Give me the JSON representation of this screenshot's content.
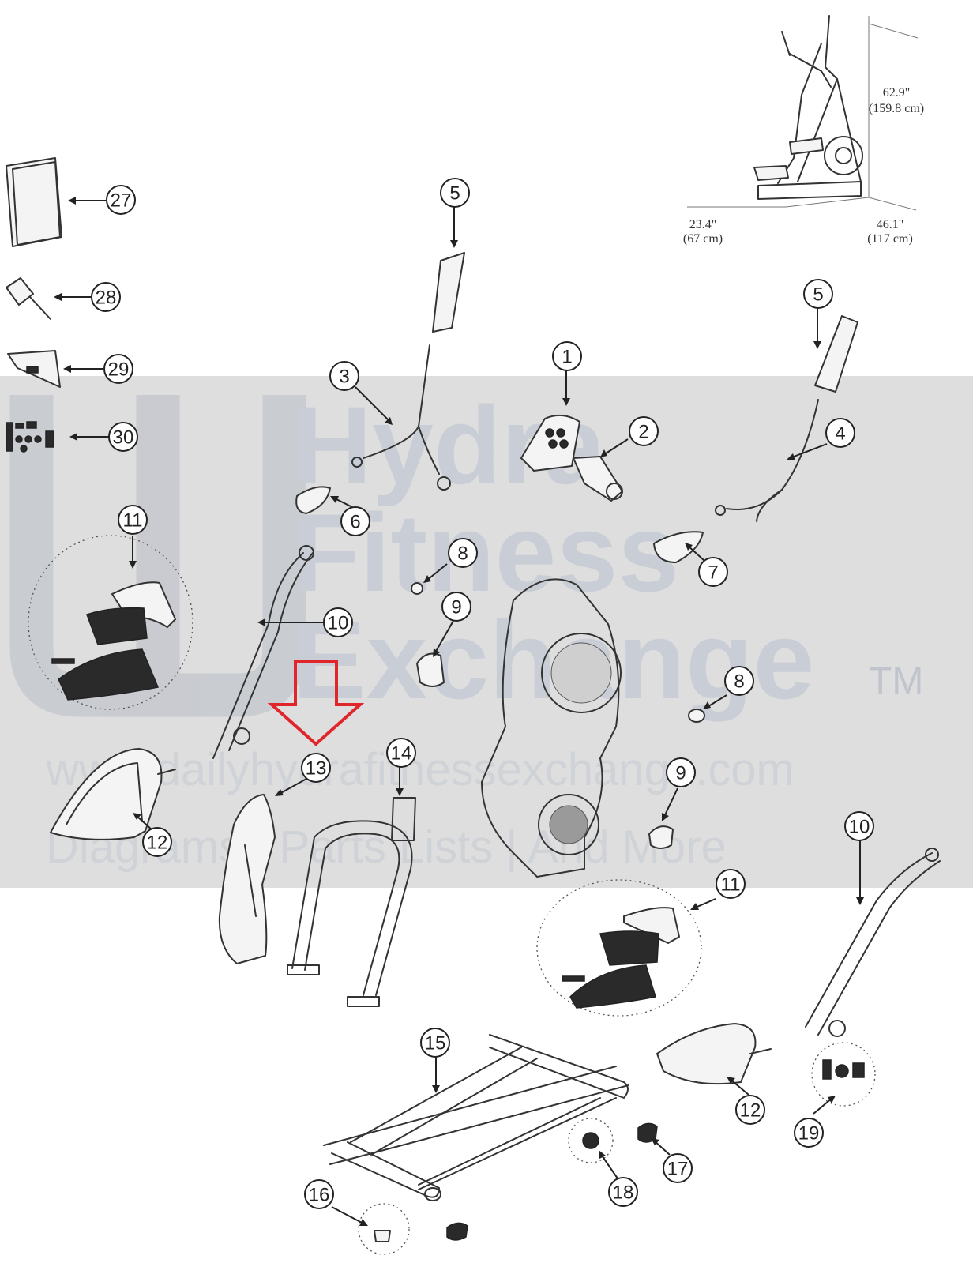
{
  "watermark": {
    "line1": "Hydra",
    "line2": "Fitness",
    "line3": "Exchange",
    "trademark": "TM",
    "url": "www.dailyhydrafitnessexchange.com",
    "tagline": "Diagrams | Parts Lists | And More"
  },
  "dimensions": {
    "height_in": "62.9\"",
    "height_cm": "(159.8 cm)",
    "width_in": "23.4\"",
    "width_cm": "(67 cm)",
    "length_in": "46.1\"",
    "length_cm": "(117 cm)"
  },
  "callouts": [
    {
      "id": "c27",
      "label": "27"
    },
    {
      "id": "c28",
      "label": "28"
    },
    {
      "id": "c29",
      "label": "29"
    },
    {
      "id": "c30",
      "label": "30"
    },
    {
      "id": "c5a",
      "label": "5"
    },
    {
      "id": "c5b",
      "label": "5"
    },
    {
      "id": "c3",
      "label": "3"
    },
    {
      "id": "c1",
      "label": "1"
    },
    {
      "id": "c2",
      "label": "2"
    },
    {
      "id": "c4",
      "label": "4"
    },
    {
      "id": "c6",
      "label": "6"
    },
    {
      "id": "c7",
      "label": "7"
    },
    {
      "id": "c11a",
      "label": "11"
    },
    {
      "id": "c8a",
      "label": "8"
    },
    {
      "id": "c10a",
      "label": "10"
    },
    {
      "id": "c9a",
      "label": "9"
    },
    {
      "id": "c8b",
      "label": "8"
    },
    {
      "id": "c13",
      "label": "13"
    },
    {
      "id": "c14",
      "label": "14"
    },
    {
      "id": "c9b",
      "label": "9"
    },
    {
      "id": "c12a",
      "label": "12"
    },
    {
      "id": "c10b",
      "label": "10"
    },
    {
      "id": "c11b",
      "label": "11"
    },
    {
      "id": "c15",
      "label": "15"
    },
    {
      "id": "c12b",
      "label": "12"
    },
    {
      "id": "c19",
      "label": "19"
    },
    {
      "id": "c17",
      "label": "17"
    },
    {
      "id": "c18",
      "label": "18"
    },
    {
      "id": "c16",
      "label": "16"
    }
  ],
  "colors": {
    "highlight_arrow": "#e0262a",
    "watermark_band": "#dedede",
    "line": "#333333"
  }
}
